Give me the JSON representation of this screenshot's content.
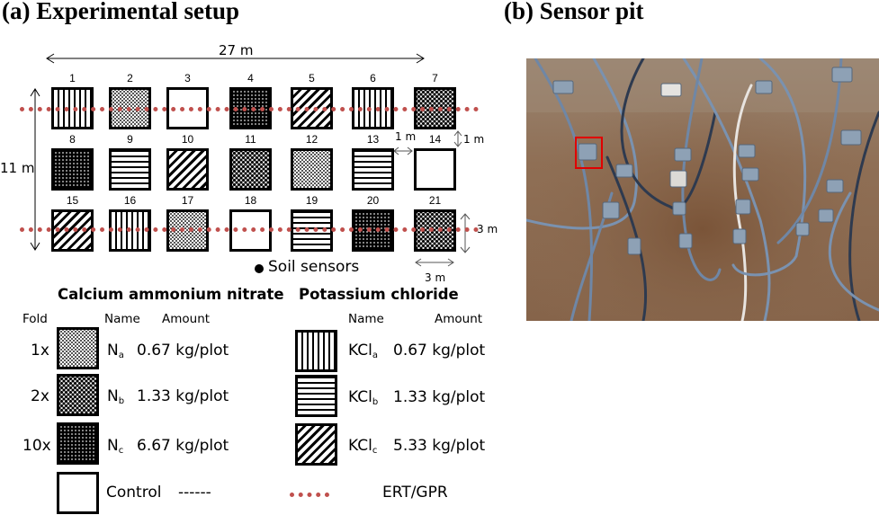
{
  "panel_a": {
    "title": "(a) Experimental setup",
    "dimensions": {
      "width": "27 m",
      "height": "11 m",
      "plot_gap_h": "1 m",
      "plot_gap_v": "1 m",
      "plot_height": "3 m",
      "plot_width": "3 m"
    },
    "sensor_label": "Soil sensors",
    "plots": [
      {
        "n": "1",
        "pattern": "KCl_a"
      },
      {
        "n": "2",
        "pattern": "N_a"
      },
      {
        "n": "3",
        "pattern": "Control"
      },
      {
        "n": "4",
        "pattern": "N_c"
      },
      {
        "n": "5",
        "pattern": "KCl_c"
      },
      {
        "n": "6",
        "pattern": "KCl_a"
      },
      {
        "n": "7",
        "pattern": "N_b"
      },
      {
        "n": "8",
        "pattern": "N_c"
      },
      {
        "n": "9",
        "pattern": "KCl_b"
      },
      {
        "n": "10",
        "pattern": "KCl_c"
      },
      {
        "n": "11",
        "pattern": "N_b"
      },
      {
        "n": "12",
        "pattern": "N_a"
      },
      {
        "n": "13",
        "pattern": "KCl_b"
      },
      {
        "n": "14",
        "pattern": "Control"
      },
      {
        "n": "15",
        "pattern": "KCl_c"
      },
      {
        "n": "16",
        "pattern": "KCl_a"
      },
      {
        "n": "17",
        "pattern": "N_a"
      },
      {
        "n": "18",
        "pattern": "Control"
      },
      {
        "n": "19",
        "pattern": "KCl_b"
      },
      {
        "n": "20",
        "pattern": "N_c"
      },
      {
        "n": "21",
        "pattern": "N_b"
      }
    ],
    "legend": {
      "can_header": "Calcium ammonium nitrate",
      "kcl_header": "Potassium chloride",
      "fold_label": "Fold",
      "name_label": "Name",
      "amount_label": "Amount",
      "can_rows": [
        {
          "fold": "1x",
          "name": "N",
          "sub": "a",
          "amount": "0.67 kg/plot"
        },
        {
          "fold": "2x",
          "name": "N",
          "sub": "b",
          "amount": "1.33 kg/plot"
        },
        {
          "fold": "10x",
          "name": "N",
          "sub": "c",
          "amount": "6.67 kg/plot"
        }
      ],
      "kcl_rows": [
        {
          "name": "KCl",
          "sub": "a",
          "amount": "0.67 kg/plot"
        },
        {
          "name": "KCl",
          "sub": "b",
          "amount": "1.33 kg/plot"
        },
        {
          "name": "KCl",
          "sub": "c",
          "amount": "5.33 kg/plot"
        }
      ],
      "control_label": "Control",
      "control_amount": "------",
      "ert_label": "ERT/GPR"
    },
    "colors": {
      "ert_line": "#c0504d"
    }
  },
  "panel_b": {
    "title": "(b)  Sensor pit",
    "highlight_color": "#e00000"
  }
}
